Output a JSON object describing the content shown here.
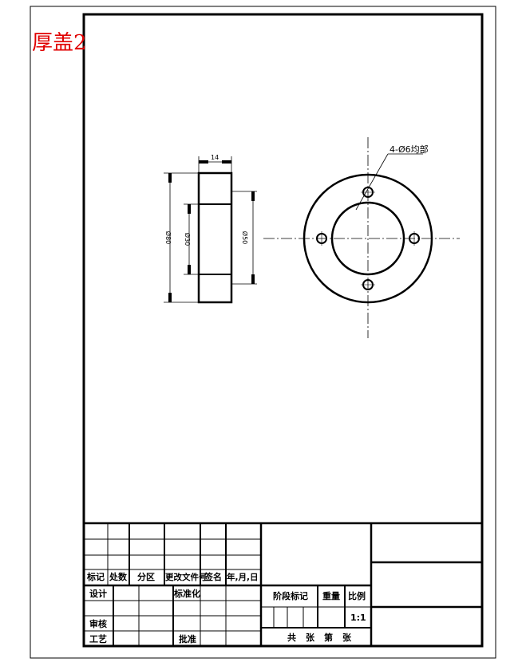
{
  "title": "厚盖2",
  "dimensions": {
    "width": "14",
    "outer_dia": "Ø80",
    "inner_dia": "Ø30",
    "mid_dia": "Ø50"
  },
  "note": "4-Ø6均部",
  "title_block": {
    "rev_headers": [
      "标记",
      "处数",
      "分区",
      "更改文件号",
      "签名",
      "年,月,日"
    ],
    "design": "设计",
    "standardization": "标准化",
    "review": "审核",
    "process": "工艺",
    "approve": "批准",
    "stage_mark": "阶段标记",
    "weight": "重量",
    "scale_label": "比例",
    "scale_value": "1:1",
    "sheet_total": "共",
    "sheet_unit1": "张",
    "sheet_no": "第",
    "sheet_unit2": "张"
  },
  "colors": {
    "title": "#e00000",
    "line": "#000000"
  }
}
